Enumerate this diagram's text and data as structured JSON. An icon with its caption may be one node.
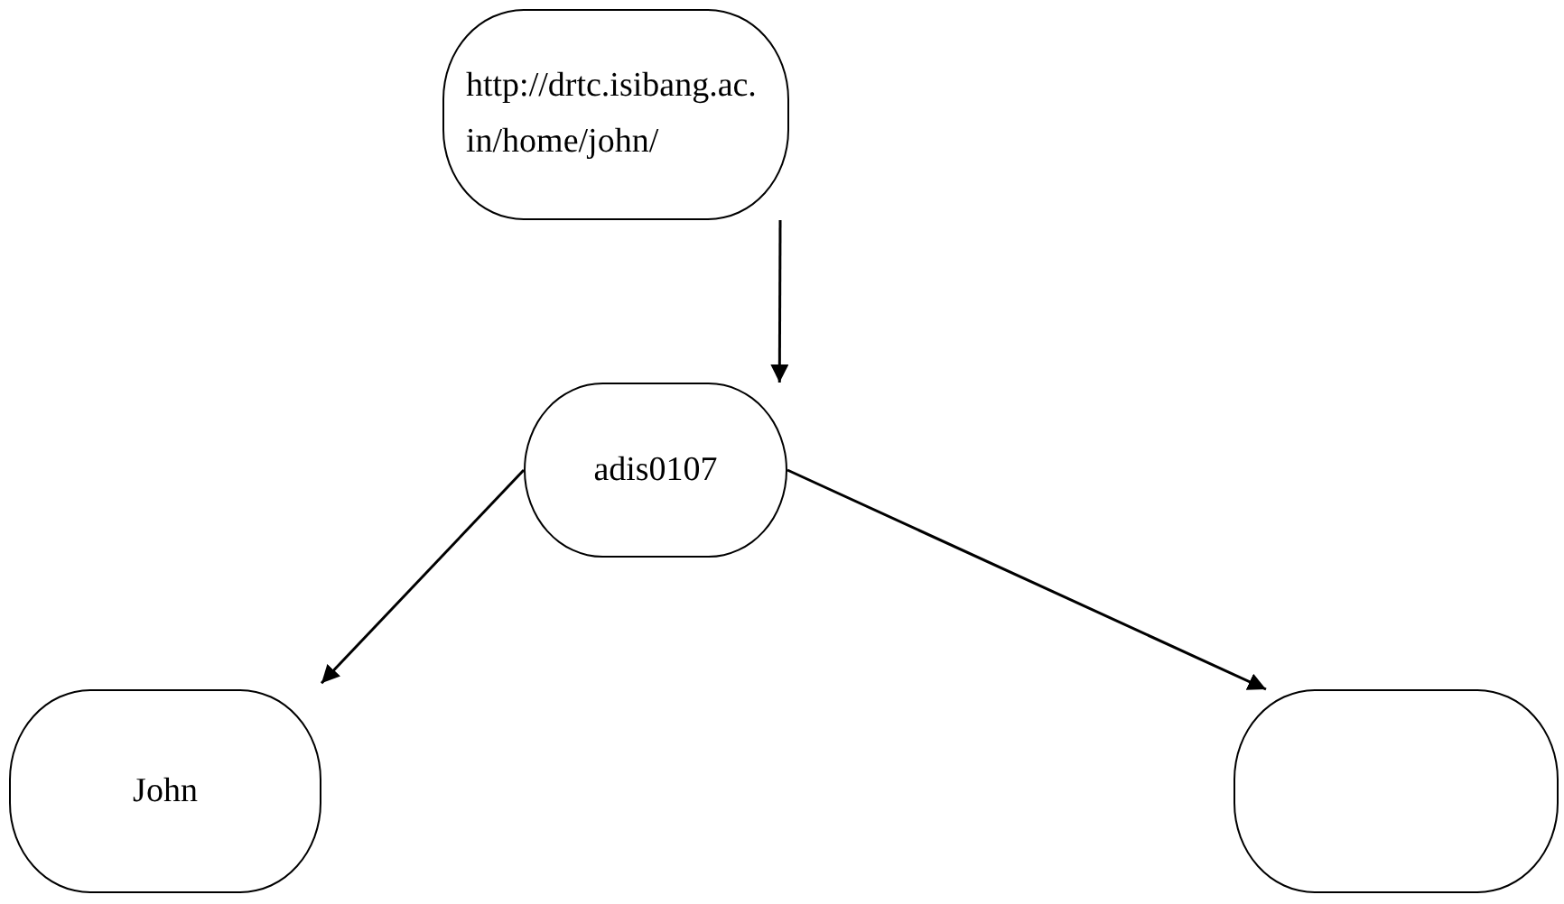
{
  "diagram": {
    "nodes": [
      {
        "text": [
          "http://drtc.isibang.ac.in/home/john/"
        ]
      },
      {
        "text": [
          "adis0107"
        ]
      },
      {
        "text": [
          "John"
        ]
      },
      {
        "text": [],
        "shape": "box"
      }
    ],
    "edges": [
      {
        "from": 0,
        "to": 1,
        "arrow": "to"
      },
      {
        "from": 1,
        "to": 2,
        "arrow": "to"
      },
      {
        "from": 1,
        "to": 3,
        "arrow": "to"
      }
    ]
  }
}
